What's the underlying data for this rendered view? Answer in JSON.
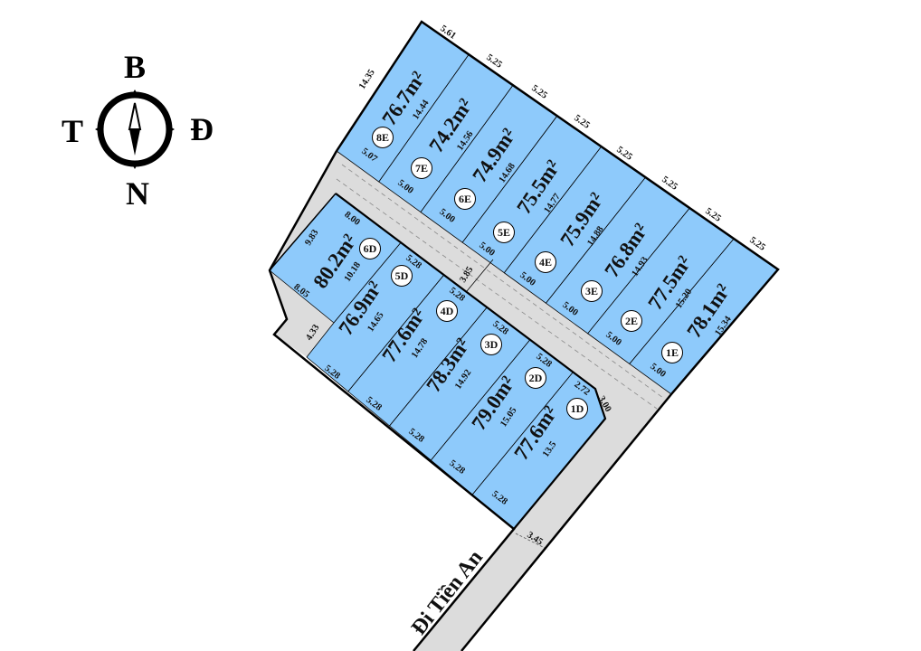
{
  "colors": {
    "lot_fill": "#8ecafb",
    "road_fill": "#dcdcdc",
    "boundary": "#000000",
    "background": "#ffffff"
  },
  "compass": {
    "north": "B",
    "west": "T",
    "east": "Đ",
    "south": "N",
    "icon": "compass-rose-icon"
  },
  "road_name": "Đi Tiền An",
  "block_e": {
    "top_edges": [
      "5.61",
      "5.25",
      "5.25",
      "5.25",
      "5.25",
      "5.25",
      "5.25",
      "5.25"
    ],
    "left_edge": "14.35",
    "lots": [
      {
        "id": "8E",
        "area": "76.7m²",
        "depth": "14.44",
        "front": "5.07"
      },
      {
        "id": "7E",
        "area": "74.2m²",
        "depth": "14.56",
        "front": "5.00"
      },
      {
        "id": "6E",
        "area": "74.9m²",
        "depth": "14.68",
        "front": "5.00"
      },
      {
        "id": "5E",
        "area": "75.5m²",
        "depth": "14.77",
        "front": "5.00"
      },
      {
        "id": "4E",
        "area": "75.9m²",
        "depth": "14.88",
        "front": "5.00"
      },
      {
        "id": "3E",
        "area": "76.8m²",
        "depth": "14.93",
        "front": "5.00"
      },
      {
        "id": "2E",
        "area": "77.5m²",
        "depth": "15.20",
        "front": "5.00"
      },
      {
        "id": "1E",
        "area": "78.1m²",
        "depth": "15.34",
        "front": "5.00"
      }
    ]
  },
  "block_d": {
    "lots": [
      {
        "id": "6D",
        "area": "80.2m²",
        "depth": "10.18",
        "front": "8.00",
        "left": "9.83",
        "back": "8.05"
      },
      {
        "id": "5D",
        "area": "76.9m²",
        "depth": "14.65",
        "front": "5.28",
        "back": "5.28"
      },
      {
        "id": "4D",
        "area": "77.6m²",
        "depth": "14.78",
        "front": "5.28",
        "back": "5.28"
      },
      {
        "id": "3D",
        "area": "78.3m²",
        "depth": "14.92",
        "front": "5.28",
        "back": "5.28"
      },
      {
        "id": "2D",
        "area": "79.0m²",
        "depth": "15.05",
        "front": "5.28",
        "back": "5.28"
      },
      {
        "id": "1D",
        "area": "77.6m²",
        "depth": "13.5",
        "front": "2.72",
        "corner": "3.00",
        "back": "5.28"
      }
    ],
    "notch_edge": "4.33"
  },
  "road_widths": {
    "internal": "3.85",
    "main": "3.45"
  }
}
